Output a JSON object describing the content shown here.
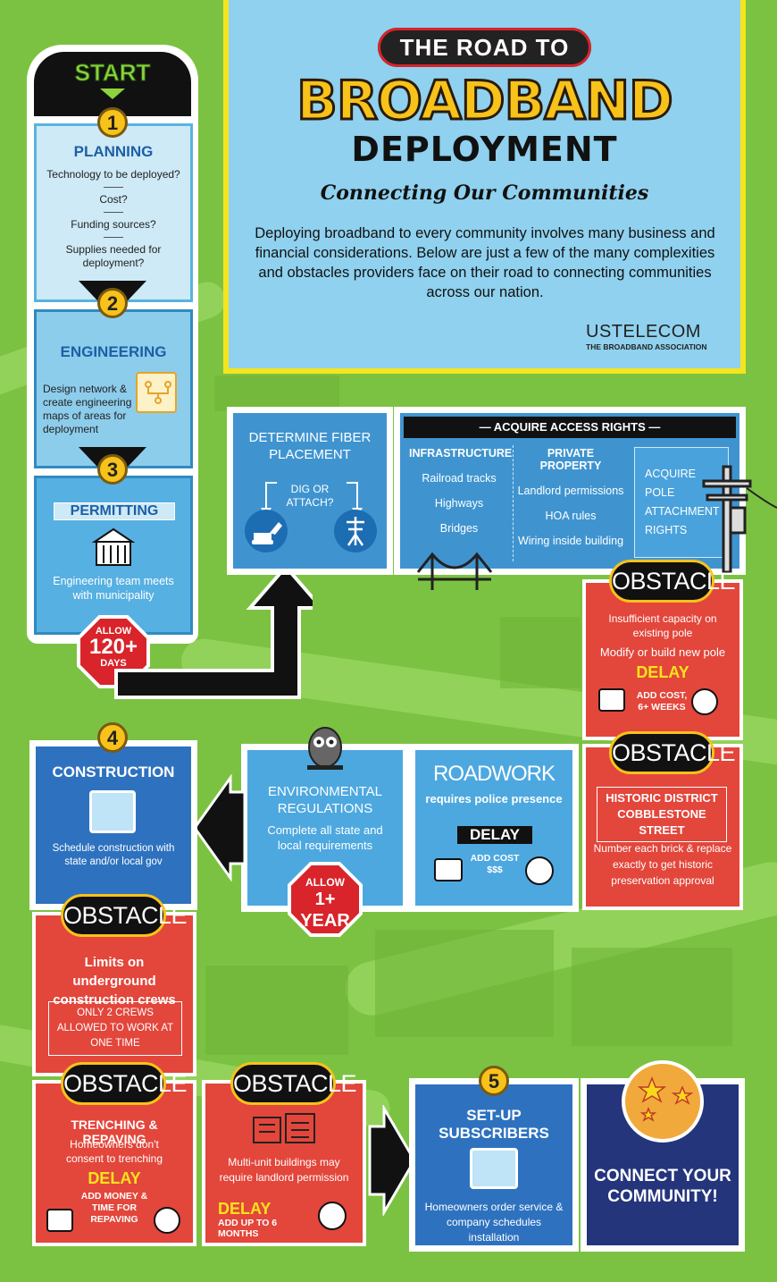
{
  "header": {
    "pill": "THE ROAD TO",
    "title_big": "BROADBAND",
    "title_2": "DEPLOYMENT",
    "subtitle": "Connecting Our Communities",
    "intro": "Deploying broadband to every community involves many business and financial considerations. Below are just a few of the many complexities and obstacles providers face on their road to connecting communities across our nation.",
    "brand": "USTELECOM",
    "brand_sub": "THE BROADBAND ASSOCIATION"
  },
  "start": "START",
  "step1": {
    "num": "1",
    "title": "PLANNING",
    "items": [
      "Technology to be deployed?",
      "Cost?",
      "Funding sources?",
      "Supplies needed for deployment?"
    ]
  },
  "step2": {
    "num": "2",
    "title": "ENGINEERING",
    "text": "Design network & create engineering maps of areas for deployment"
  },
  "step3": {
    "num": "3",
    "title": "PERMITTING",
    "text": "Engineering team meets with municipality",
    "allow": "ALLOW",
    "days_num": "120+",
    "days": "DAYS"
  },
  "fiber": {
    "title": "DETERMINE FIBER PLACEMENT",
    "question": "DIG OR ATTACH?"
  },
  "access": {
    "title": "— ACQUIRE ACCESS RIGHTS —",
    "infra_head": "INFRASTRUCTURE",
    "infra_items": [
      "Railroad tracks",
      "Highways",
      "Bridges"
    ],
    "private_head": "PRIVATE PROPERTY",
    "private_items": [
      "Landlord permissions",
      "HOA rules",
      "Wiring inside building"
    ],
    "pole": "ACQUIRE POLE ATTACHMENT RIGHTS"
  },
  "obstacle_label": "OBSTACLE",
  "obs_pole": {
    "line1": "Insufficient capacity on existing pole",
    "line2": "Modify or build new pole",
    "delay": "DELAY",
    "cost": "ADD COST, 6+ WEEKS"
  },
  "obs_historic": {
    "box": "HISTORIC DISTRICT COBBLESTONE STREET",
    "text": "Number each brick & replace exactly to get historic preservation approval"
  },
  "roadwork": {
    "title": "ROADWORK",
    "sub": "requires police presence",
    "delay": "DELAY",
    "cost": "ADD COST $$$"
  },
  "env": {
    "title": "ENVIRONMENTAL REGULATIONS",
    "text": "Complete all state and local requirements",
    "allow": "ALLOW",
    "year": "1+ YEAR"
  },
  "step4": {
    "num": "4",
    "title": "CONSTRUCTION",
    "text": "Schedule construction with state and/or local gov"
  },
  "obs_crews": {
    "title": "Limits on underground construction crews",
    "box": "ONLY 2 CREWS ALLOWED TO WORK AT ONE TIME"
  },
  "obs_trench": {
    "title": "TRENCHING & REPAVING",
    "text": "Homeowners don't consent to trenching",
    "delay": "DELAY",
    "cost": "ADD MONEY & TIME FOR REPAVING"
  },
  "obs_multi": {
    "text": "Multi-unit buildings may require landlord permission",
    "delay": "DELAY",
    "cost": "ADD UP TO 6 MONTHS"
  },
  "step5": {
    "num": "5",
    "title": "SET-UP SUBSCRIBERS",
    "text": "Homeowners order service & company schedules installation"
  },
  "final": "CONNECT YOUR COMMUNITY!",
  "colors": {
    "green_bg": "#7cc242",
    "yellow": "#f5e51e",
    "red": "#e3463b",
    "navy": "#25357c",
    "blue": "#4d9bd7"
  }
}
